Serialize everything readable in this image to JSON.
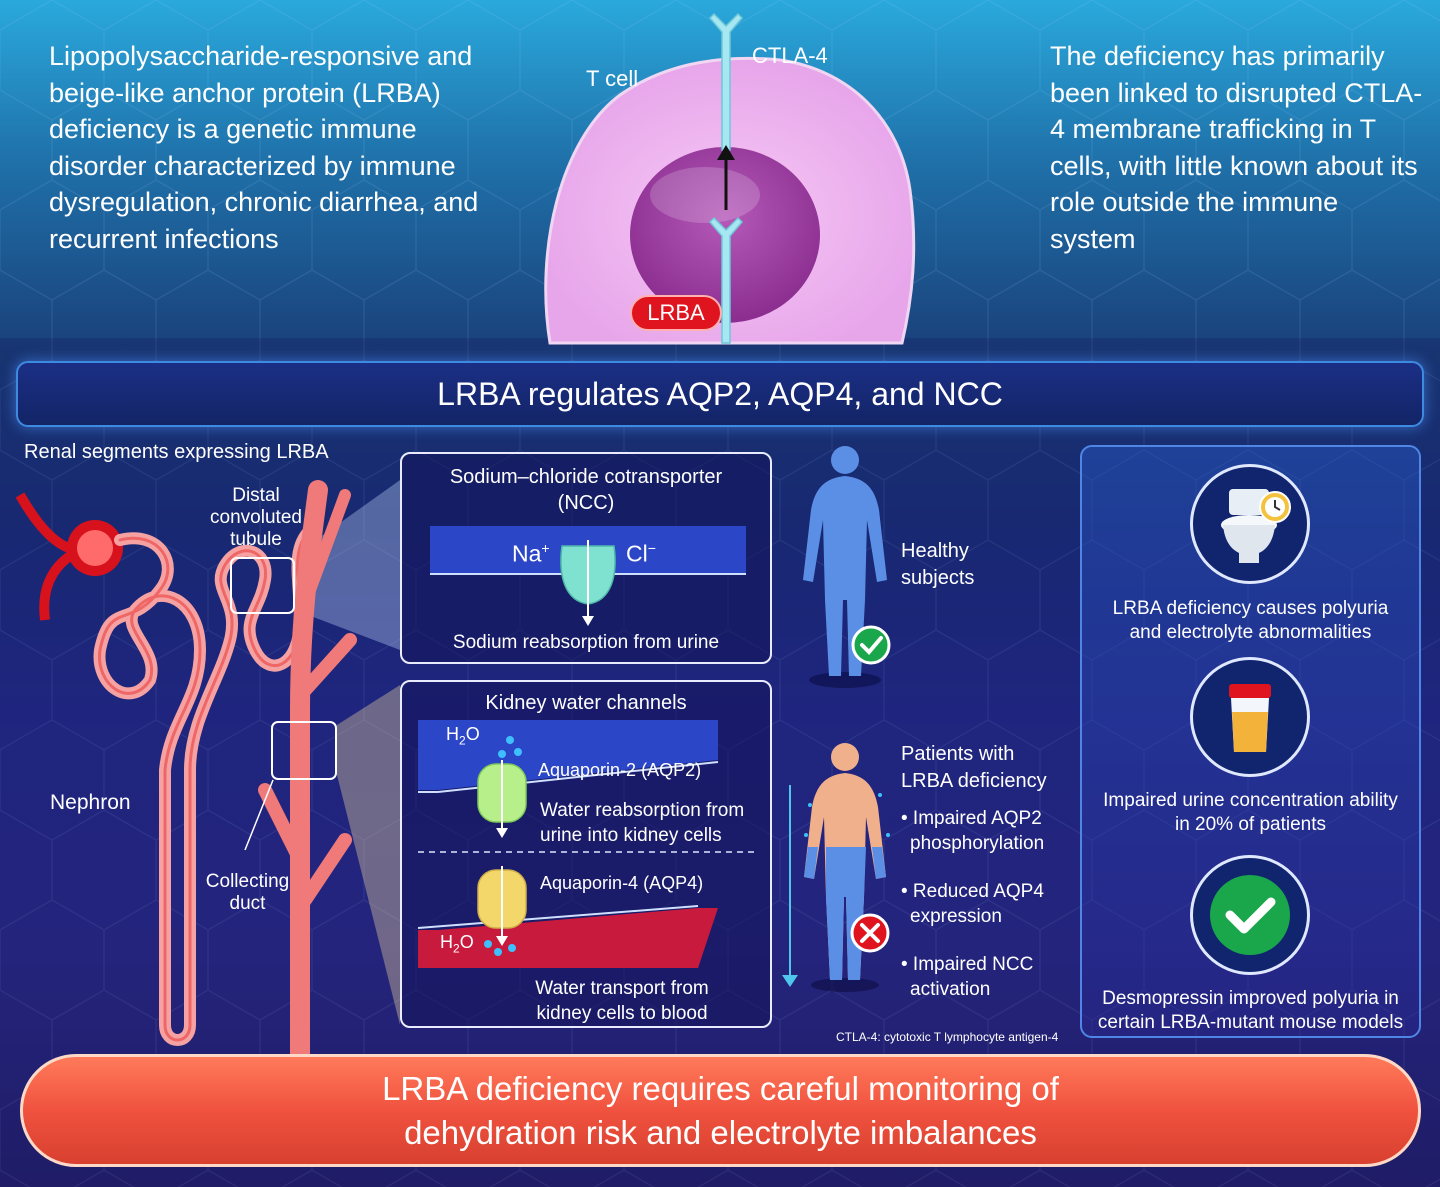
{
  "intro": {
    "left": "Lipopolysaccharide-responsive and beige-like anchor protein (LRBA) deficiency is a genetic immune disorder characterized by immune dysregulation, chronic diarrhea, and recurrent infections",
    "right": "The deficiency has primarily been linked to disrupted CTLA-4 membrane trafficking in T cells, with little known about its role outside the immune system"
  },
  "tcell": {
    "cell_label": "T cell",
    "receptor_label": "CTLA-4",
    "protein_label": "LRBA"
  },
  "title_bar": "LRBA regulates AQP2, AQP4, and NCC",
  "nephron": {
    "heading": "Renal segments expressing LRBA",
    "dct_line1": "Distal",
    "dct_line2": "convoluted",
    "dct_line3": "tubule",
    "nephron_label": "Nephron",
    "cd_line1": "Collecting",
    "cd_line2": "duct"
  },
  "ncc_panel": {
    "title_line1": "Sodium–chloride cotransporter",
    "title_line2": "(NCC)",
    "na": "Na",
    "na_sup": "+",
    "cl": "Cl",
    "cl_sup": "−",
    "caption": "Sodium reabsorption from urine"
  },
  "water_panel": {
    "title": "Kidney water channels",
    "h2o": "H",
    "h2o_sub": "2",
    "h2o_o": "O",
    "aqp2": "Aquaporin-2 (AQP2)",
    "aqp2_cap1": "Water reabsorption from",
    "aqp2_cap2": "urine into kidney cells",
    "aqp4": "Aquaporin-4 (AQP4)",
    "aqp4_cap1": "Water transport from",
    "aqp4_cap2": "kidney cells to blood"
  },
  "people": {
    "healthy1": "Healthy",
    "healthy2": "subjects",
    "patients1": "Patients with",
    "patients2": "LRBA deficiency",
    "b1a": "• Impaired AQP2",
    "b1b": "phosphorylation",
    "b2a": "• Reduced AQP4",
    "b2b": "expression",
    "b3a": "• Impaired NCC",
    "b3b": "activation"
  },
  "right_panel": {
    "p1a": "LRBA deficiency causes polyuria",
    "p1b": "and electrolyte abnormalities",
    "p2a": "Impaired urine concentration ability",
    "p2b": "in 20% of patients",
    "p3a": "Desmopressin improved polyuria in",
    "p3b": "certain LRBA-mutant mouse models"
  },
  "footnote": "CTLA-4: cytotoxic T lymphocyte antigen-4",
  "banner": {
    "line1": "LRBA deficiency requires careful monitoring of",
    "line2": "dehydration risk and electrolyte imbalances"
  },
  "colors": {
    "accent_red": "#e0141e",
    "banner": "#f0523f",
    "check_green": "#1aa64a"
  }
}
